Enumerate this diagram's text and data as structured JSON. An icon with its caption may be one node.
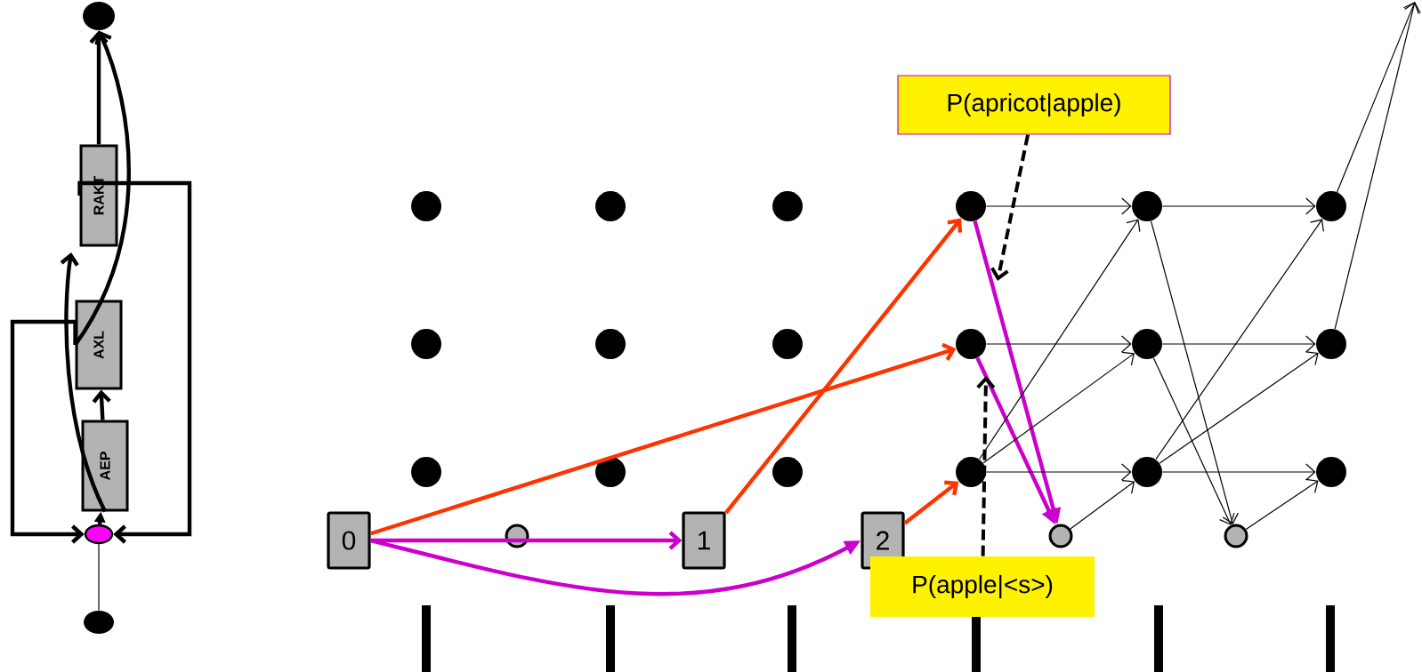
{
  "diagram": {
    "nodes": [
      {
        "text": [],
        "shape": "ellipse"
      },
      {
        "text": [
          "RAKT"
        ]
      },
      {
        "text": [
          "AXL"
        ]
      },
      {
        "text": [
          "AEP"
        ]
      },
      {
        "text": [],
        "shape": "ellipse"
      },
      {
        "text": [],
        "shape": "ellipse"
      },
      {
        "text": [
          "P(apricot|apple)"
        ]
      },
      {
        "text": [],
        "shape": "circle"
      },
      {
        "text": [],
        "shape": "circle"
      },
      {
        "text": [],
        "shape": "circle"
      },
      {
        "text": [],
        "shape": "circle"
      },
      {
        "text": [],
        "shape": "circle"
      },
      {
        "text": [],
        "shape": "circle"
      },
      {
        "text": [],
        "shape": "circle"
      },
      {
        "text": [],
        "shape": "circle"
      },
      {
        "text": [],
        "shape": "circle"
      },
      {
        "text": [],
        "shape": "circle"
      },
      {
        "text": [],
        "shape": "circle"
      },
      {
        "text": [],
        "shape": "circle"
      },
      {
        "text": [],
        "shape": "circle"
      },
      {
        "text": [],
        "shape": "circle"
      },
      {
        "text": [],
        "shape": "circle"
      },
      {
        "text": [],
        "shape": "circle"
      },
      {
        "text": [],
        "shape": "circle"
      },
      {
        "text": [],
        "shape": "circle"
      },
      {
        "text": [
          "0"
        ]
      },
      {
        "text": [],
        "shape": "circle"
      },
      {
        "text": [
          "1"
        ]
      },
      {
        "text": [
          "2"
        ]
      },
      {
        "text": [],
        "shape": "circle"
      },
      {
        "text": [],
        "shape": "circle"
      },
      {
        "text": [
          "P(apple|<s>)"
        ]
      }
    ],
    "edges": [
      {
        "from": 5,
        "to": 4,
        "arrow": "none"
      },
      {
        "from": 4,
        "to": 3,
        "arrow": "to",
        "style": "thick"
      },
      {
        "from": 3,
        "to": 2,
        "arrow": "to",
        "style": "thick"
      },
      {
        "from": 3,
        "to": 1,
        "arrow": "to",
        "style": "thick"
      },
      {
        "from": 2,
        "to": 0,
        "arrow": "to",
        "style": "thick"
      },
      {
        "from": 1,
        "to": 0,
        "arrow": "to",
        "style": "thick"
      },
      {
        "from": 1,
        "to": 4,
        "arrow": "to",
        "style": "thick"
      },
      {
        "from": 2,
        "to": 4,
        "arrow": "to",
        "style": "thick"
      },
      {
        "from": 6,
        "to": null,
        "arrow": "to",
        "style": "dashed"
      },
      {
        "from": 25,
        "to": 27,
        "arrow": "to",
        "style": "thick",
        "color": "#cc00cc"
      },
      {
        "from": 25,
        "to": 28,
        "arrow": "to",
        "style": "thick",
        "color": "#cc00cc"
      },
      {
        "from": 25,
        "to": 16,
        "arrow": "to",
        "style": "thick",
        "color": "#ff3300"
      },
      {
        "from": 27,
        "to": 10,
        "arrow": "to",
        "style": "thick",
        "color": "#ff3300"
      },
      {
        "from": 28,
        "to": 22,
        "arrow": "to",
        "style": "thick",
        "color": "#ff3300"
      },
      {
        "from": 10,
        "to": 29,
        "arrow": "to",
        "style": "thick",
        "color": "#cc00cc"
      },
      {
        "from": 16,
        "to": 29,
        "arrow": "to",
        "style": "thick",
        "color": "#cc00cc"
      },
      {
        "from": 10,
        "to": 11,
        "arrow": "to"
      },
      {
        "from": 11,
        "to": 12,
        "arrow": "to"
      },
      {
        "from": 16,
        "to": 17,
        "arrow": "to"
      },
      {
        "from": 17,
        "to": 18,
        "arrow": "to"
      },
      {
        "from": 22,
        "to": 23,
        "arrow": "to"
      },
      {
        "from": 23,
        "to": 24,
        "arrow": "to"
      },
      {
        "from": 22,
        "to": 11,
        "arrow": "to"
      },
      {
        "from": 22,
        "to": 17,
        "arrow": "to"
      },
      {
        "from": 11,
        "to": 30,
        "arrow": "to"
      },
      {
        "from": 17,
        "to": 30,
        "arrow": "to"
      },
      {
        "from": 23,
        "to": 12,
        "arrow": "to"
      },
      {
        "from": 23,
        "to": 18,
        "arrow": "to"
      },
      {
        "from": 29,
        "to": 23,
        "arrow": "to"
      },
      {
        "from": 30,
        "to": 24,
        "arrow": "to"
      },
      {
        "from": 12,
        "to": null,
        "arrow": "to"
      },
      {
        "from": 18,
        "to": null,
        "arrow": "to"
      },
      {
        "from": 31,
        "to": null,
        "arrow": "to",
        "style": "dashed"
      }
    ]
  }
}
